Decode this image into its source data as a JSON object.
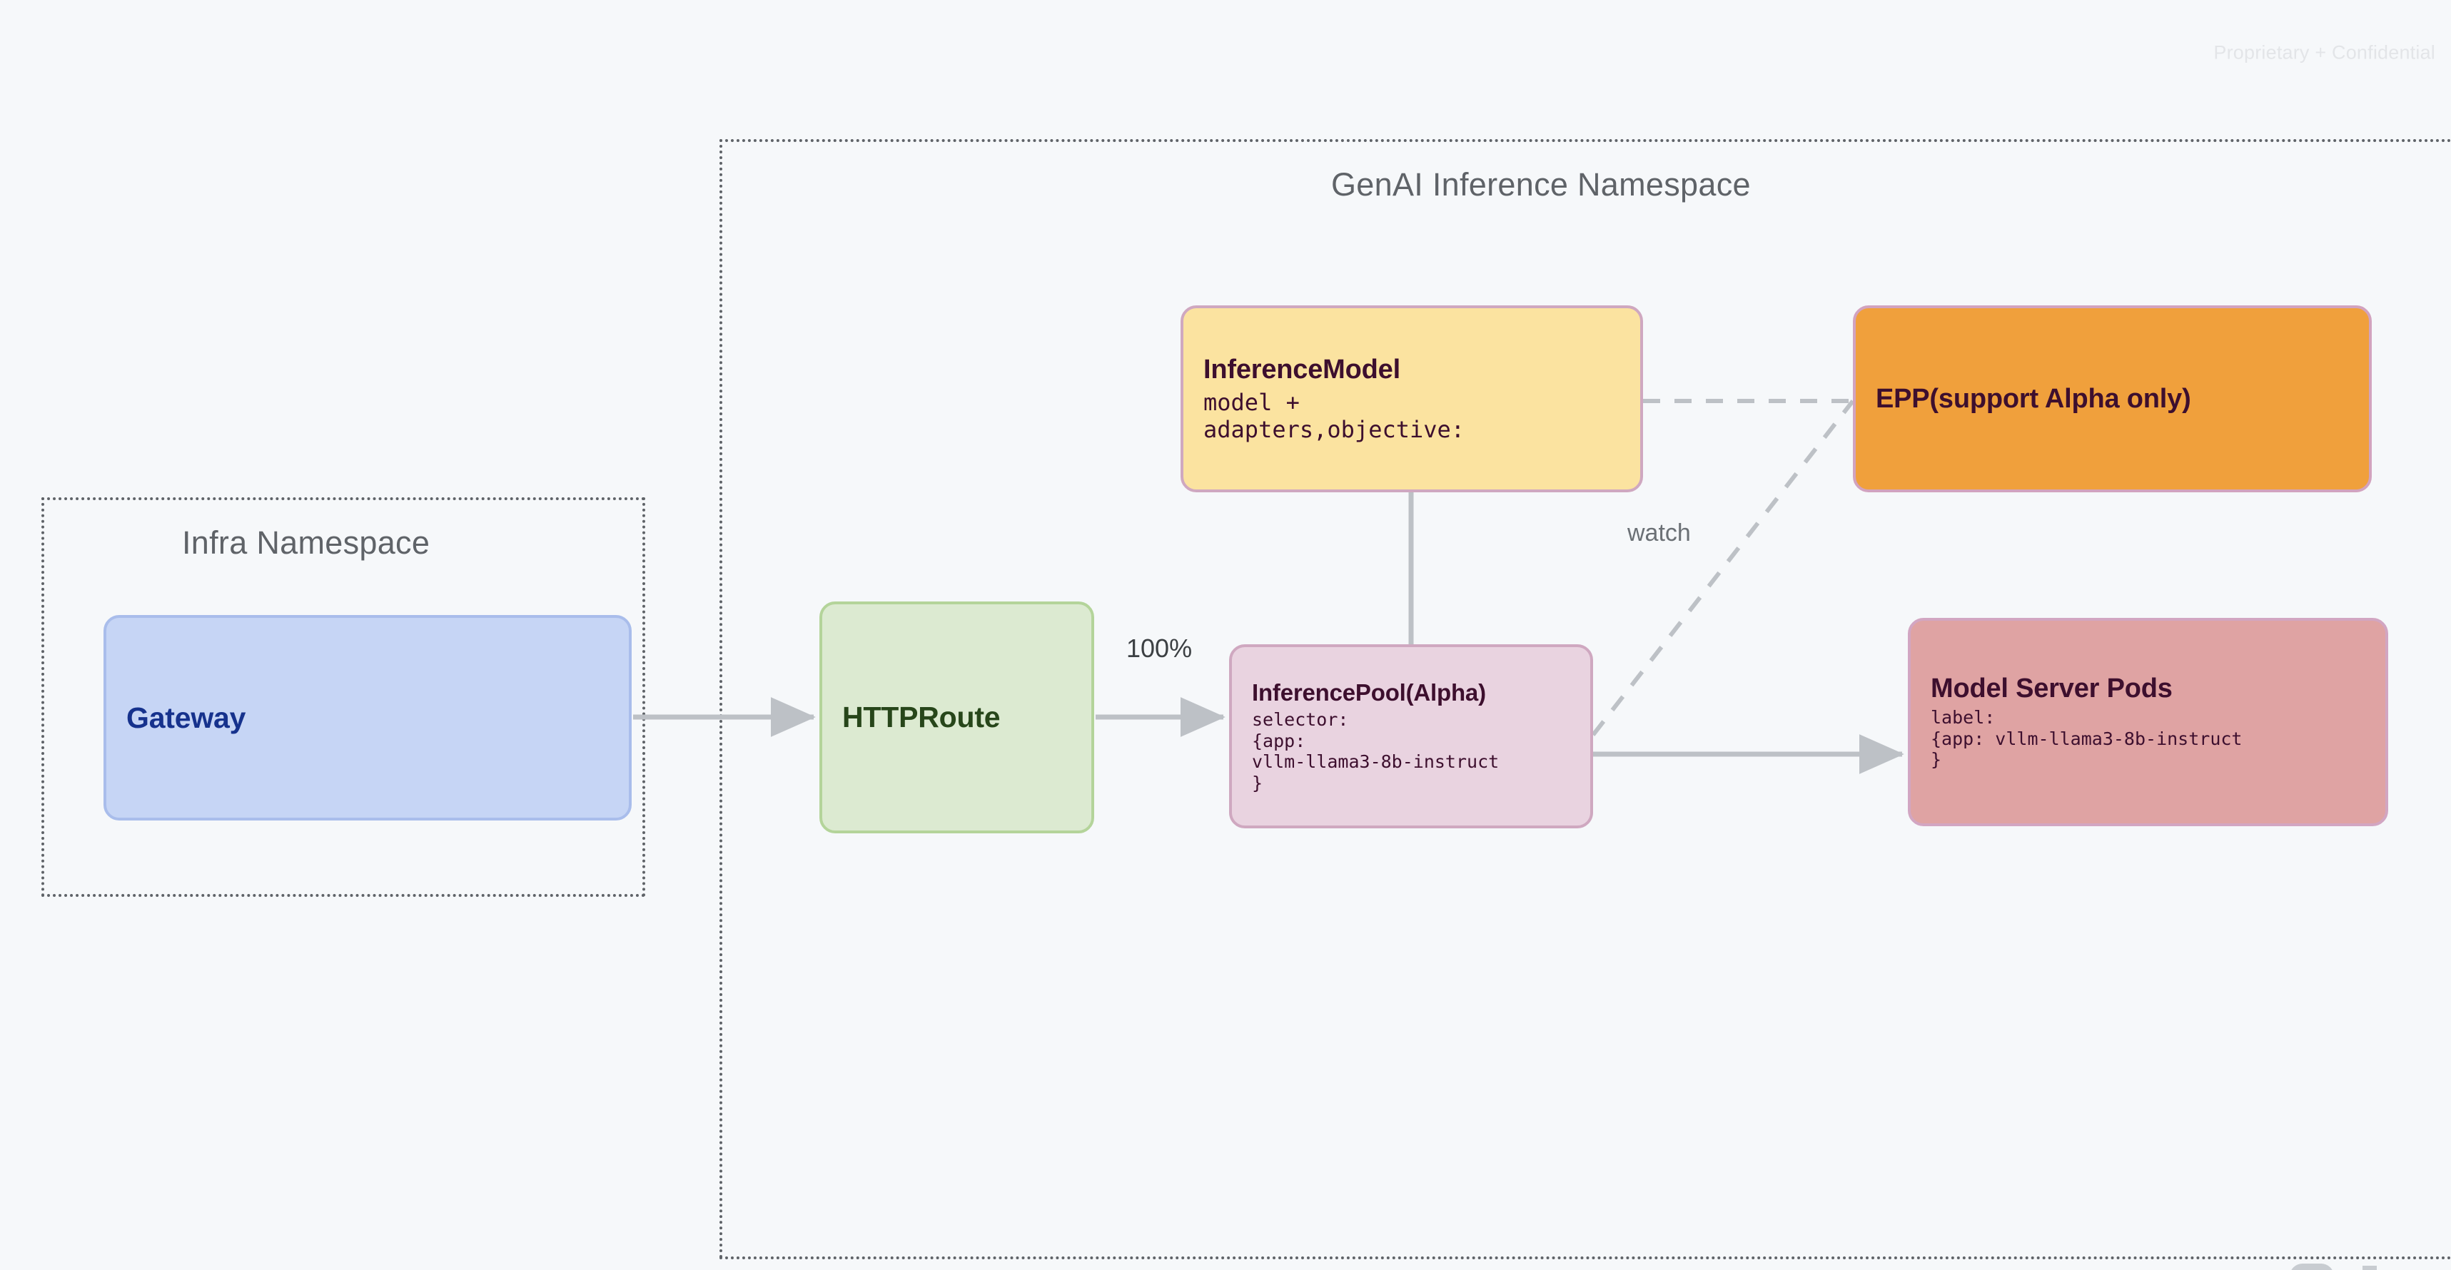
{
  "page": {
    "confidential_note": "Proprietary + Confidential",
    "background_color": "#f6f8fa"
  },
  "namespaces": [
    {
      "id": "infra",
      "title": "Infra Namespace",
      "border_style": "dotted",
      "border_color": "#5f6368"
    },
    {
      "id": "genai",
      "title": "GenAI Inference Namespace",
      "border_style": "dotted",
      "border_color": "#5f6368"
    }
  ],
  "nodes": [
    {
      "id": "gateway",
      "title": "Gateway",
      "subtitle": "",
      "namespace": "infra",
      "fill": "#c6d5f5",
      "border": "#a9bdeb",
      "text_color": "#16328d"
    },
    {
      "id": "httproute",
      "title": "HTTPRoute",
      "subtitle": "",
      "namespace": "genai",
      "fill": "#dcead1",
      "border": "#b4d49a",
      "text_color": "#27461a"
    },
    {
      "id": "inferencemodel",
      "title": "InferenceModel",
      "subtitle": "model +\nadapters,objective:",
      "namespace": "genai",
      "fill": "#fbe3a0",
      "border": "#cfa8c0",
      "text_color": "#3d0f2e"
    },
    {
      "id": "inferencepool",
      "title": "InferencePool(Alpha)",
      "subtitle": "selector:\n{app:\nvllm-llama3-8b-instruct\n}",
      "namespace": "genai",
      "fill": "#e9d3e0",
      "border": "#cfa8c0",
      "text_color": "#3d0f2e"
    },
    {
      "id": "epp",
      "title": "EPP(support Alpha only)",
      "subtitle": "",
      "namespace": "genai",
      "fill": "#f0a03c",
      "border": "#d2a3bf",
      "text_color": "#3d0f2e"
    },
    {
      "id": "modelserverpods",
      "title": "Model Server Pods",
      "subtitle": "label:\n{app: vllm-llama3-8b-instruct\n}",
      "namespace": "genai",
      "fill": "#dfa3a3",
      "border": "#d2a6c2",
      "text_color": "#3d0f2e"
    }
  ],
  "edges": [
    {
      "id": "gateway-to-httproute",
      "from": "gateway",
      "to": "httproute",
      "label": "",
      "style": "solid",
      "arrow": true,
      "color": "#bdc1c6"
    },
    {
      "id": "httproute-to-inferencepool",
      "from": "httproute",
      "to": "inferencepool",
      "label": "100%",
      "style": "solid",
      "arrow": true,
      "color": "#bdc1c6"
    },
    {
      "id": "inferencemodel-to-inferencepool",
      "from": "inferencemodel",
      "to": "inferencepool",
      "label": "",
      "style": "solid",
      "arrow": false,
      "color": "#bdc1c6"
    },
    {
      "id": "inferencepool-to-modelserverpods",
      "from": "inferencepool",
      "to": "modelserverpods",
      "label": "",
      "style": "solid",
      "arrow": true,
      "color": "#bdc1c6"
    },
    {
      "id": "inferencemodel-to-epp",
      "from": "inferencemodel",
      "to": "epp",
      "label": "",
      "style": "dashed",
      "arrow": false,
      "color": "#bdc1c6"
    },
    {
      "id": "inferencepool-to-epp",
      "from": "inferencepool",
      "to": "epp",
      "label": "watch",
      "style": "dashed",
      "arrow": false,
      "color": "#bdc1c6"
    }
  ],
  "labels": {
    "traffic_split": "100%",
    "watch": "watch"
  }
}
